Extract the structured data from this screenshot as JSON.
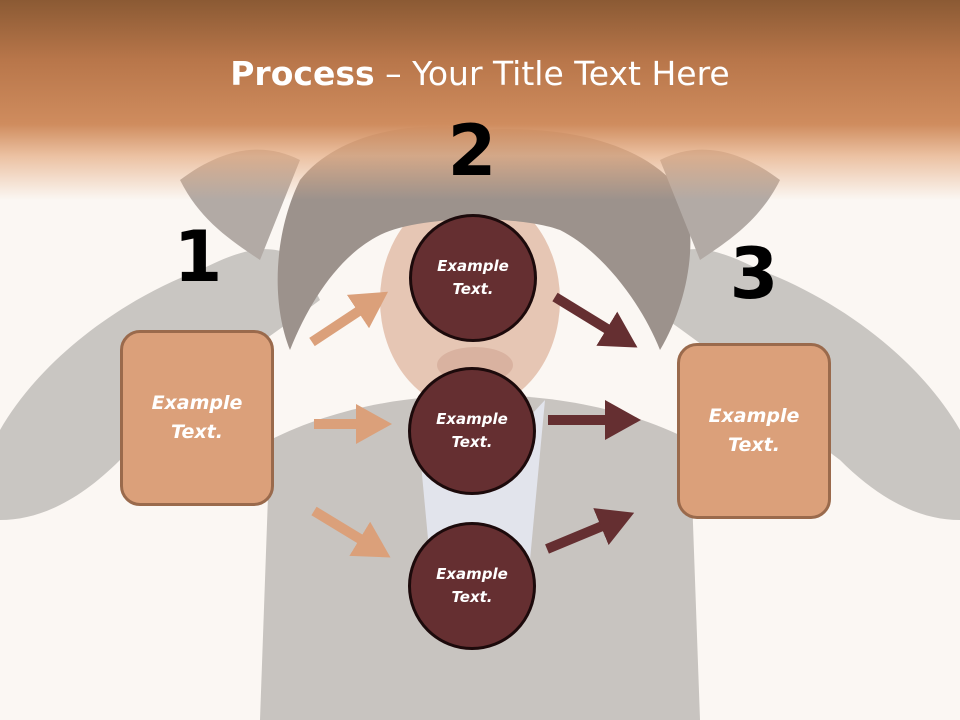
{
  "title": {
    "bold": "Process",
    "separator": " – ",
    "rest": "Your Title Text Here"
  },
  "steps": [
    {
      "number": "1"
    },
    {
      "number": "2"
    },
    {
      "number": "3"
    }
  ],
  "left_box": {
    "line1": "Example",
    "line2": "Text."
  },
  "right_box": {
    "line1": "Example",
    "line2": "Text."
  },
  "circles": [
    {
      "line1": "Example",
      "line2": "Text."
    },
    {
      "line1": "Example",
      "line2": "Text."
    },
    {
      "line1": "Example",
      "line2": "Text."
    }
  ],
  "colors": {
    "title_band": "#cf8c5e",
    "box_fill": "#dba07a",
    "circle_fill": "#652f31",
    "light_arrow": "#dba07a",
    "dark_arrow": "#652f31"
  }
}
